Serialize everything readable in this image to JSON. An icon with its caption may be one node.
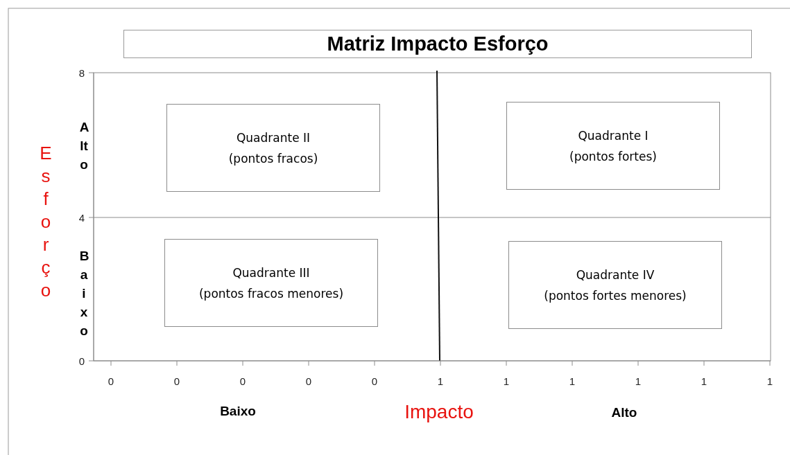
{
  "diagram": {
    "title": "Matriz Impacto Esforço",
    "nodes": [
      {
        "text": [
          "Quadrante II",
          "(pontos fracos)"
        ]
      },
      {
        "text": [
          "Quadrante I",
          "(pontos fortes)"
        ]
      },
      {
        "text": [
          "Quadrante III",
          "(pontos fracos menores)"
        ]
      },
      {
        "text": [
          "Quadrante IV",
          "(pontos fortes menores)"
        ]
      }
    ],
    "labels": [
      "8",
      "Esforço",
      "Alto",
      "4",
      "Baixo",
      "0",
      "0",
      "0",
      "0",
      "0",
      "0",
      "1",
      "1",
      "1",
      "1",
      "1",
      "1",
      "Baixo",
      "Impacto",
      "Alto"
    ]
  }
}
